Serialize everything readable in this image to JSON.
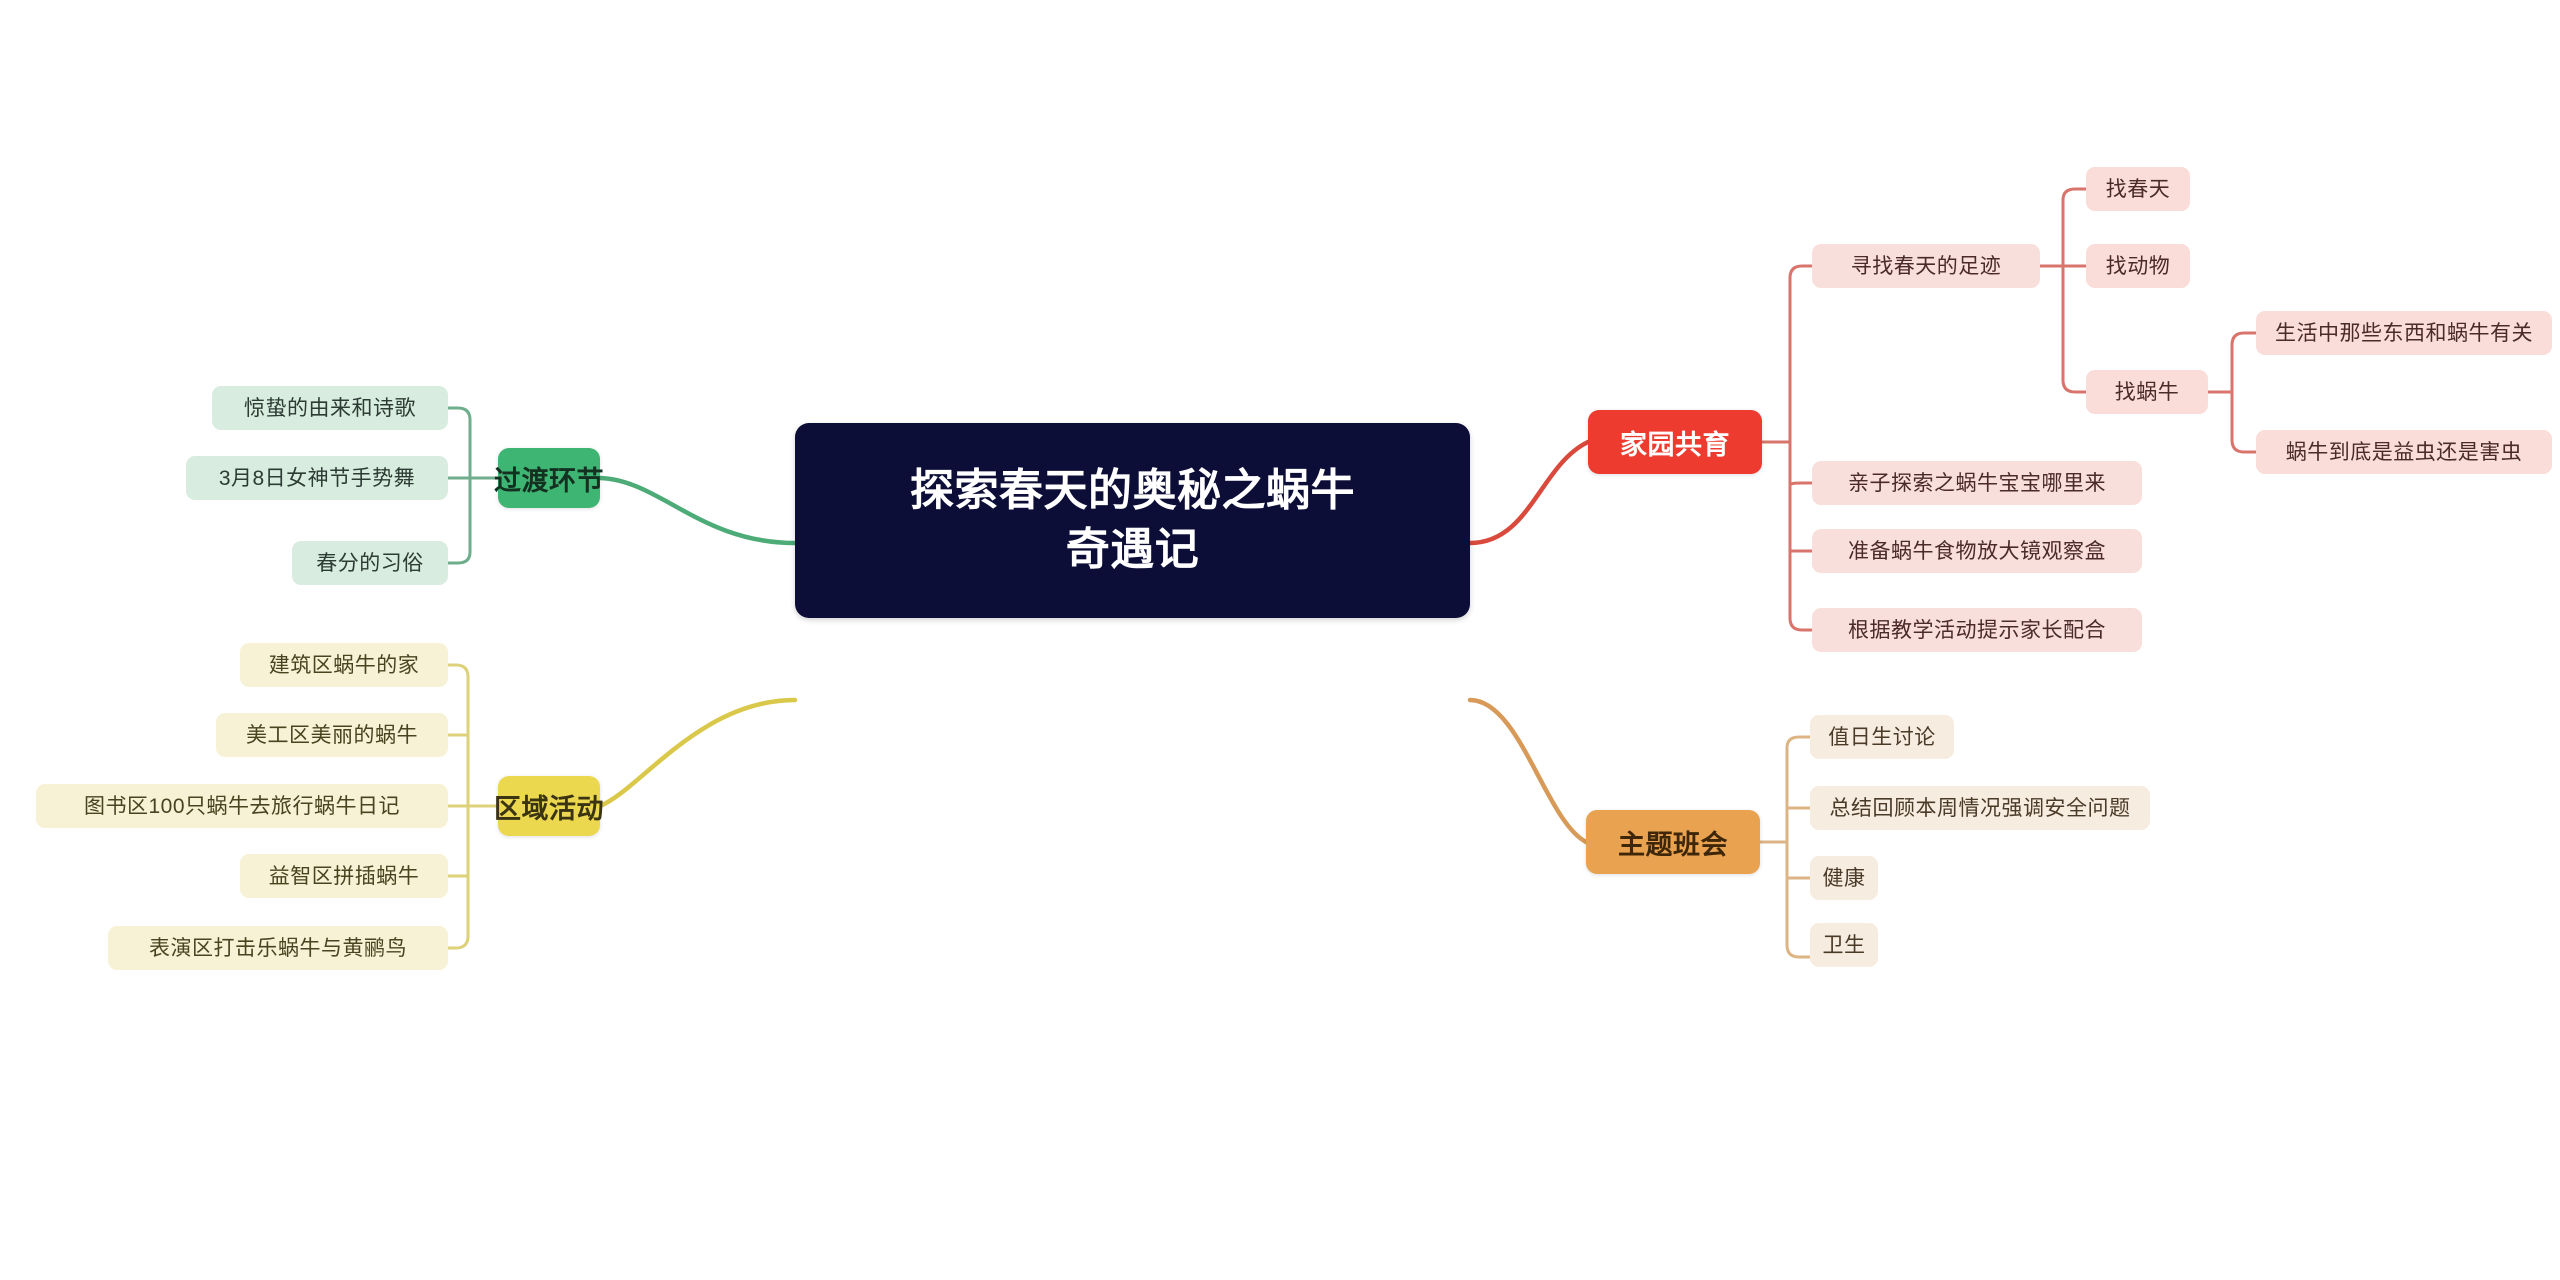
{
  "diagram": {
    "type": "mind-map",
    "title": "探索春天的奥秘之蜗牛奇遇记",
    "background_color": "#ffffff"
  },
  "root": {
    "label_line1": "探索春天的奥秘之蜗牛",
    "label_line2": "奇遇记",
    "color": "#0d0e38",
    "text_color": "#ffffff"
  },
  "branches": {
    "transition": {
      "label": "过渡环节",
      "color": "#3fb573",
      "leaf_color": "#d9ece0",
      "children": [
        {
          "label": "惊蛰的由来和诗歌"
        },
        {
          "label": "3月8日女神节手势舞"
        },
        {
          "label": "春分的习俗"
        }
      ]
    },
    "area_activity": {
      "label": "区域活动",
      "color": "#ecd84f",
      "leaf_color": "#f7f2d6",
      "children": [
        {
          "label": "建筑区蜗牛的家"
        },
        {
          "label": "美工区美丽的蜗牛"
        },
        {
          "label": "图书区100只蜗牛去旅行蜗牛日记"
        },
        {
          "label": "益智区拼插蜗牛"
        },
        {
          "label": "表演区打击乐蜗牛与黄鹂鸟"
        }
      ]
    },
    "home_school": {
      "label": "家园共育",
      "color": "#ed3b2f",
      "leaf_color": "#fadcd8",
      "children": [
        {
          "label": "寻找春天的足迹",
          "children": [
            {
              "label": "找春天"
            },
            {
              "label": "找动物"
            },
            {
              "label": "找蜗牛",
              "children": [
                {
                  "label": "生活中那些东西和蜗牛有关"
                },
                {
                  "label": "蜗牛到底是益虫还是害虫"
                }
              ]
            }
          ]
        },
        {
          "label": "亲子探索之蜗牛宝宝哪里来"
        },
        {
          "label": "准备蜗牛食物放大镜观察盒"
        },
        {
          "label": "根据教学活动提示家长配合"
        }
      ]
    },
    "class_meeting": {
      "label": "主题班会",
      "color": "#e9a24f",
      "leaf_color": "#f7ece0",
      "children": [
        {
          "label": "值日生讨论"
        },
        {
          "label": "总结回顾本周情况强调安全问题"
        },
        {
          "label": "健康"
        },
        {
          "label": "卫生"
        }
      ]
    }
  }
}
